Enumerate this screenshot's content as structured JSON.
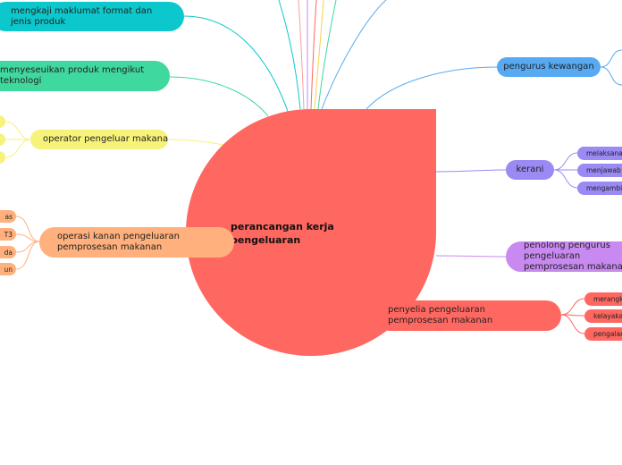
{
  "central": {
    "label": "perancangan kerja pengeluaran",
    "color": "#ff6761"
  },
  "nodes": {
    "mengkaji": {
      "label": "mengkaji maklumat format dan jenis produk",
      "color": "#0cc8cc"
    },
    "menyesuaikan": {
      "label": "menyeseuikan produk mengikut teknologi",
      "color": "#3fd89e"
    },
    "operator": {
      "label": "operator pengeluar makanan",
      "color": "#f7f27a"
    },
    "operasi": {
      "label": "operasi kanan pengeluaran pemprosesan makanan",
      "color": "#ffb07c"
    },
    "pengurus_kewangan": {
      "label": "pengurus kewangan",
      "color": "#57aaf2"
    },
    "kerani": {
      "label": "kerani",
      "color": "#9b89f4"
    },
    "penolong": {
      "label": "penolong pengurus pengeluaran pemprosesan makanan",
      "color": "#c88af0"
    },
    "penyelia": {
      "label": "penyelia pengeluaran pemprosesan makanan",
      "color": "#ff6761"
    }
  },
  "kerani_children": [
    "melaksanakan",
    "menjawab p",
    "mengambil"
  ],
  "penyelia_children": [
    "merangk",
    "kelayakan",
    "pengalam"
  ],
  "operasi_children": [
    "as",
    "T3",
    "da",
    "un"
  ]
}
